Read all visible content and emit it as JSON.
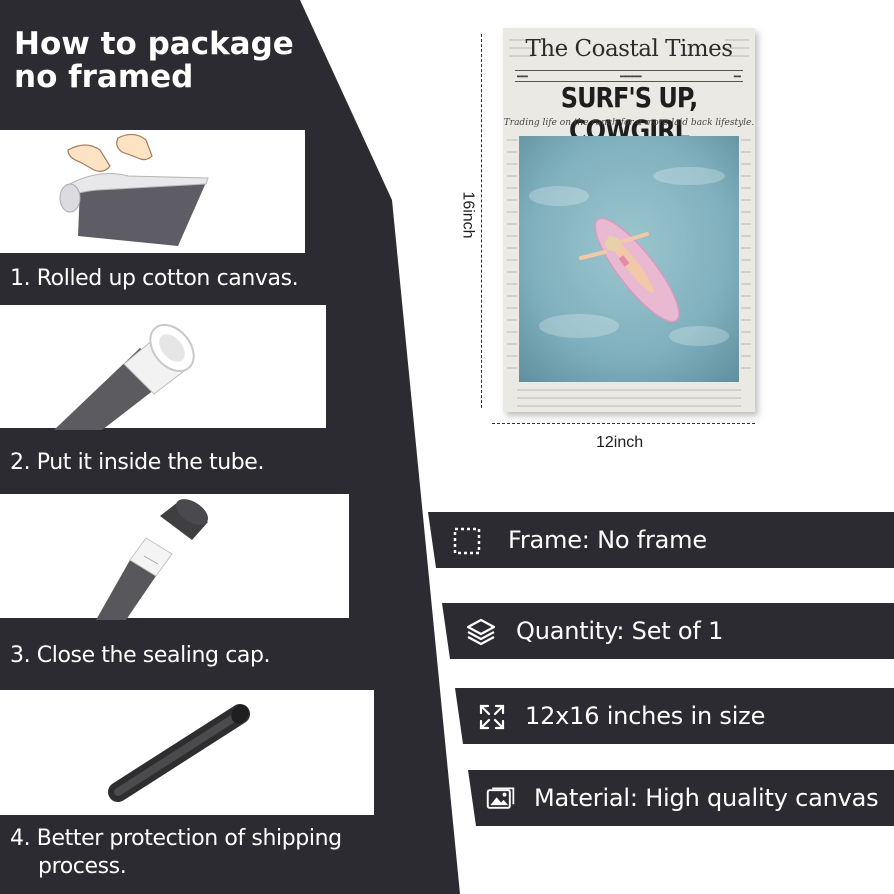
{
  "packaging": {
    "title_line1": "How to package",
    "title_line2": "no framed",
    "steps": [
      {
        "label": "1. Rolled up cotton canvas.",
        "illustration": "hands-rolling-canvas"
      },
      {
        "label": "2. Put it inside the tube.",
        "illustration": "canvas-in-tube"
      },
      {
        "label": "3. Close the sealing cap.",
        "illustration": "tube-with-cap"
      },
      {
        "label_line1": "4. Better protection of shipping",
        "label_line2": "process.",
        "illustration": "sealed-tube"
      }
    ]
  },
  "poster": {
    "masthead": "The Coastal Times",
    "headline": "SURF'S UP, COWGIRL",
    "subline": "Trading life on the ranch for a more laid back lifestyle.",
    "dim_height": "16inch",
    "dim_width": "12inch"
  },
  "features": [
    {
      "icon": "frame-icon",
      "text": "Frame: No frame"
    },
    {
      "icon": "layers-icon",
      "text": "Quantity: Set of 1"
    },
    {
      "icon": "expand-icon",
      "text": "12x16 inches in size"
    },
    {
      "icon": "image-icon",
      "text": "Material: High quality canvas"
    }
  ],
  "colors": {
    "panel": "#2b2b31",
    "feature_bar": "#2b2b31",
    "text_light": "#ffffff",
    "surfboard": "#e9b9d2",
    "water": "#7fb0bd"
  }
}
